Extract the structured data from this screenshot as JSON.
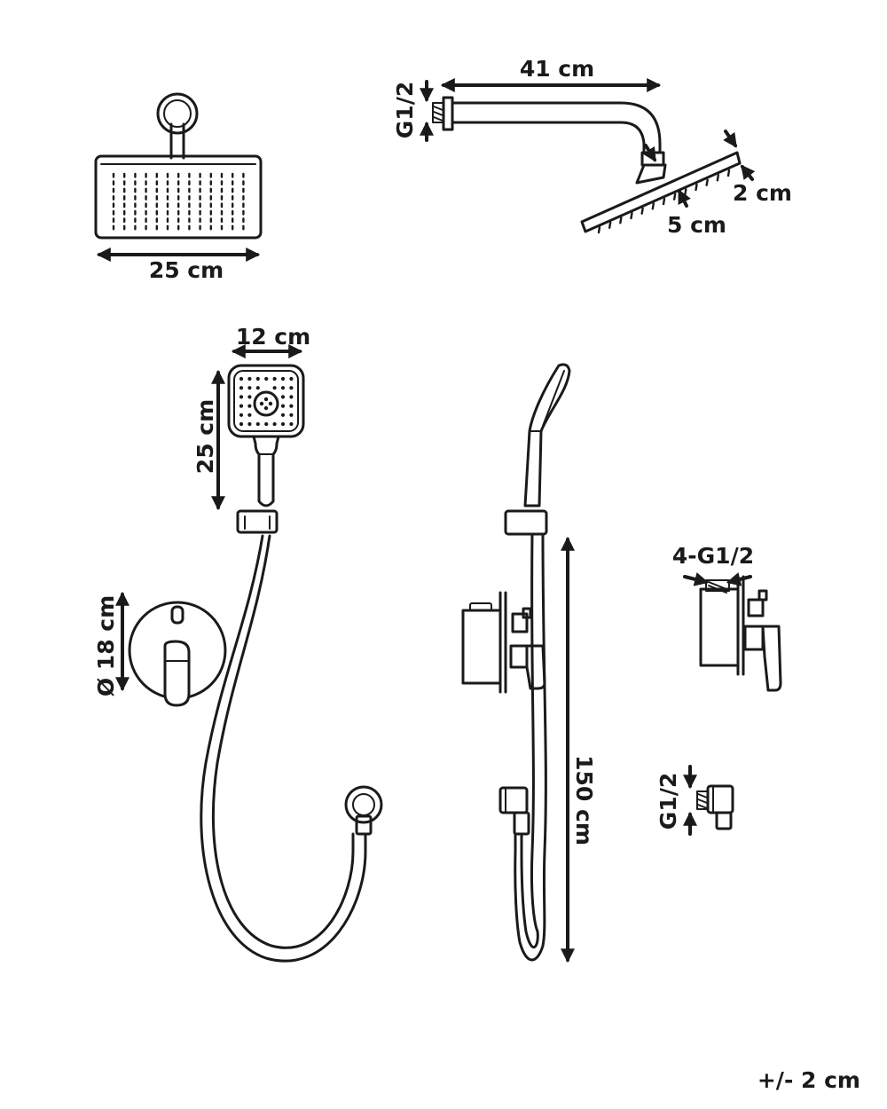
{
  "labels": {
    "overhead_width": "25 cm",
    "arm_length": "41 cm",
    "arm_thread": "G1/2",
    "head_thickness": "2 cm",
    "connector_height": "5 cm",
    "handheld_width": "12 cm",
    "handheld_height": "25 cm",
    "valve_diameter": "Ø 18 cm",
    "hose_length": "150 cm",
    "valve_threads": "4-G1/2",
    "outlet_thread": "G1/2",
    "tolerance": "+/- 2 cm"
  },
  "colors": {
    "line": "#1a1a1a",
    "background": "#ffffff"
  }
}
